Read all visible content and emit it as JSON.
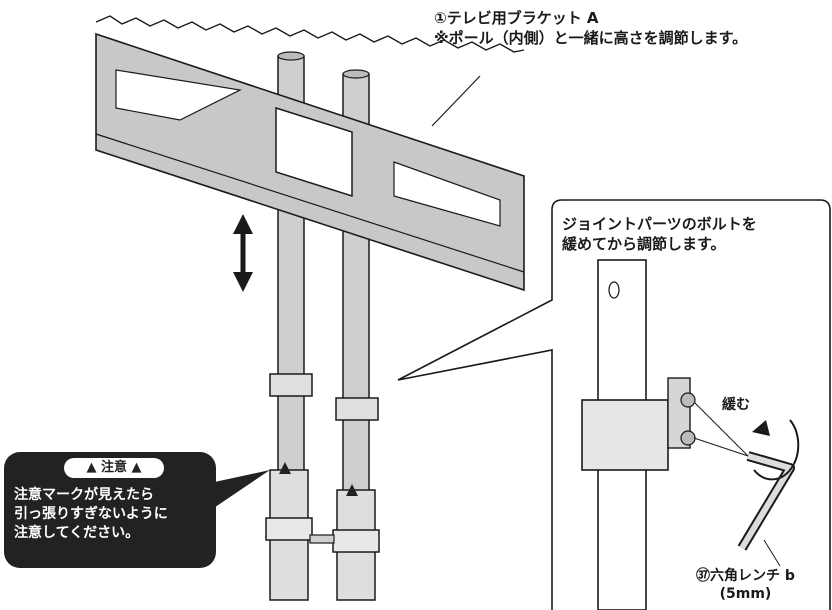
{
  "labels": {
    "bracket": "①テレビ用ブラケット A",
    "bracket_note": "※ポール（内側）と一緒に高さを調節します。",
    "callout_line1": "ジョイントパーツのボルトを",
    "callout_line2": "緩めてから調節します。",
    "loosen": "緩む",
    "wrench": "㊲六角レンチ b",
    "wrench_size": "(5mm)"
  },
  "caution": {
    "head": "注意",
    "line1": "注意マークが見えたら",
    "line2": "引っ張りすぎないように",
    "line3": "注意してください。"
  },
  "colors": {
    "metal": "#c8c8c8",
    "dark": "#222222",
    "line": "#1a1a1a"
  }
}
